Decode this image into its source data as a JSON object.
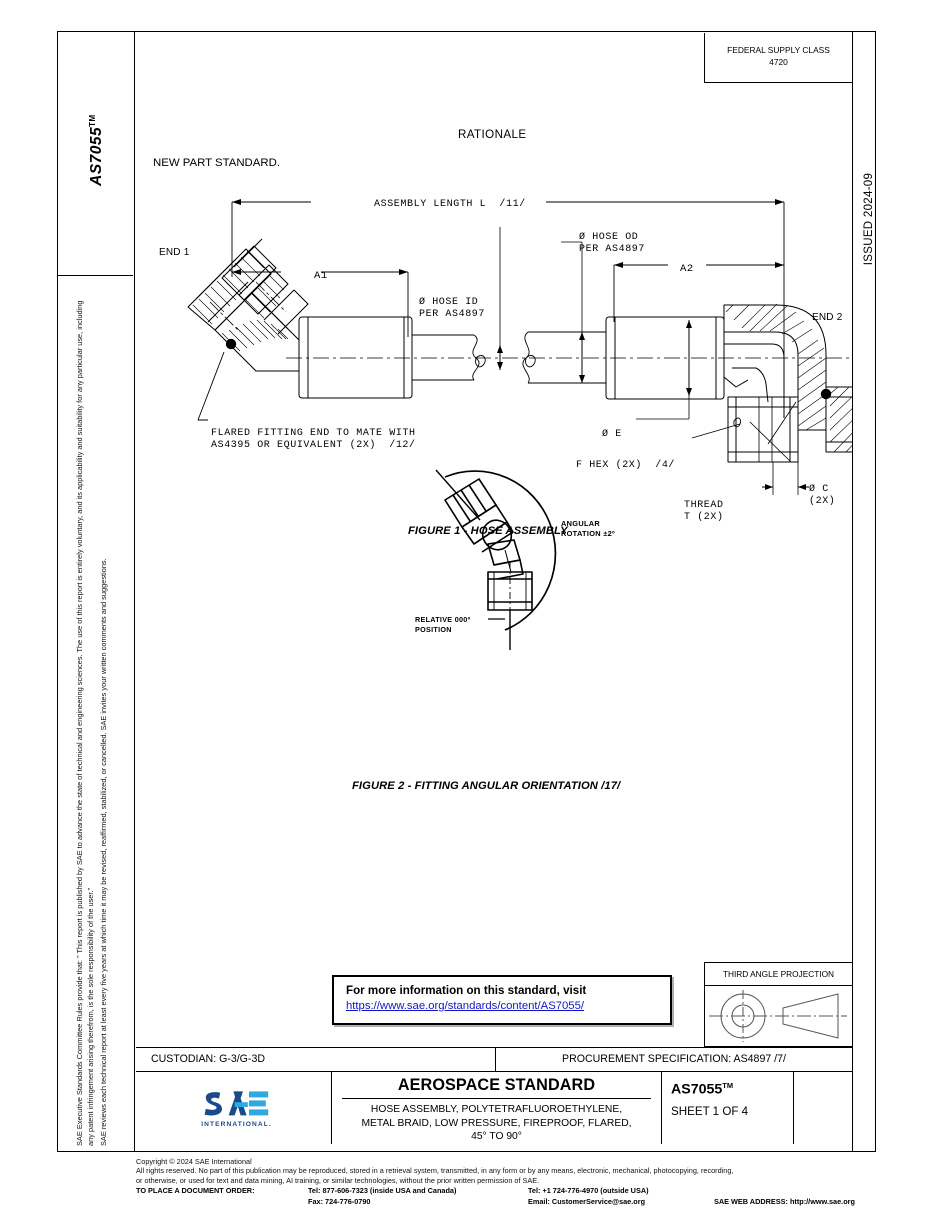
{
  "document": {
    "standard_number": "AS7055",
    "tm_sidebar_label": "AS7055",
    "tm_mark": "TM",
    "issued_label": "ISSUED 2024-09",
    "federal_supply_class_title": "FEDERAL SUPPLY CLASS",
    "federal_supply_class_value": "4720",
    "rationale_heading": "RATIONALE",
    "rationale_body": "NEW PART STANDARD."
  },
  "legal_sidebar": {
    "paragraph1": "SAE Executive Standards Committee Rules provide that: ”  This report is published by SAE to advance the state of technical and engineering sciences. The use of this report is entirely voluntary, and its applicability and suitability for any particular use, including any patent infringement arising therefrom, is the sole responsibility of the user.”",
    "paragraph2": "SAE reviews each technical report at least every five years at which time it may be revised, reaffirmed, stabilized, or cancelled. SAE invites your written comments and suggestions."
  },
  "figure1": {
    "caption": "FIGURE 1 - HOSE ASSEMBLY",
    "labels": {
      "assembly_length": "ASSEMBLY LENGTH L  /11/",
      "end1": "END 1",
      "end2": "END 2",
      "a1": "A1",
      "a2": "A2",
      "hose_id_line1": "Ø HOSE ID",
      "hose_id_line2": "PER AS4897",
      "hose_od_line1": "Ø HOSE OD",
      "hose_od_line2": "PER AS4897",
      "flared_line1": "FLARED FITTING END TO MATE WITH",
      "flared_line2": "AS4395 OR EQUIVALENT (2X)  /12/",
      "dia_e": "Ø E",
      "f_hex": "F HEX (2X)  /4/",
      "thread_line1": "THREAD",
      "thread_line2": "T (2X)",
      "dia_c_line1": "Ø C",
      "dia_c_line2": "(2X)"
    }
  },
  "figure2": {
    "caption": "FIGURE 2 - FITTING ANGULAR ORIENTATION /17/",
    "labels": {
      "angular_line1": "ANGULAR",
      "angular_line2": "ROTATION ±2º",
      "relative_line1": "RELATIVE 000º",
      "relative_line2": "POSITION"
    }
  },
  "info_box": {
    "heading": "For more information on this standard, visit",
    "link": "https://www.sae.org/standards/content/AS7055/"
  },
  "projection_block": {
    "title": "THIRD ANGLE PROJECTION"
  },
  "custodian_row": {
    "custodian": "CUSTODIAN: G-3/G-3D",
    "procurement": "PROCUREMENT SPECIFICATION: AS4897 /7/"
  },
  "title_block": {
    "logo_text": "SAE",
    "logo_sub": "INTERNATIONAL.",
    "heading": "AEROSPACE STANDARD",
    "subtitle_line1": "HOSE ASSEMBLY, POLYTETRAFLUOROETHYLENE,",
    "subtitle_line2": "METAL BRAID, LOW PRESSURE, FIREPROOF, FLARED,",
    "subtitle_line3": "45° TO 90°",
    "number": "AS7055",
    "number_mark": "TM",
    "sheet": "SHEET 1 OF 4"
  },
  "footer": {
    "copyright": "Copyright © 2024 SAE International",
    "rights_line1": "All rights reserved. No part of this publication may be reproduced, stored in a retrieval system, transmitted, in any form or by any means, electronic, mechanical, photocopying, recording,",
    "rights_line2": "or otherwise, or used for text and data mining, AI training, or similar technologies, without the prior written permission of SAE.",
    "order_label": "TO PLACE A DOCUMENT ORDER:",
    "tel_inside": "Tel: 877-606-7323 (inside USA and Canada)",
    "tel_outside": "Tel: +1 724-776-4970 (outside USA)",
    "fax": "Fax: 724-776-0790",
    "email": "Email: CustomerService@sae.org",
    "web": "SAE WEB ADDRESS: http://www.sae.org"
  },
  "colors": {
    "link": "#1414cc",
    "logo_dark": "#1a4a8a",
    "logo_light": "#2eaae1",
    "line": "#000000"
  }
}
